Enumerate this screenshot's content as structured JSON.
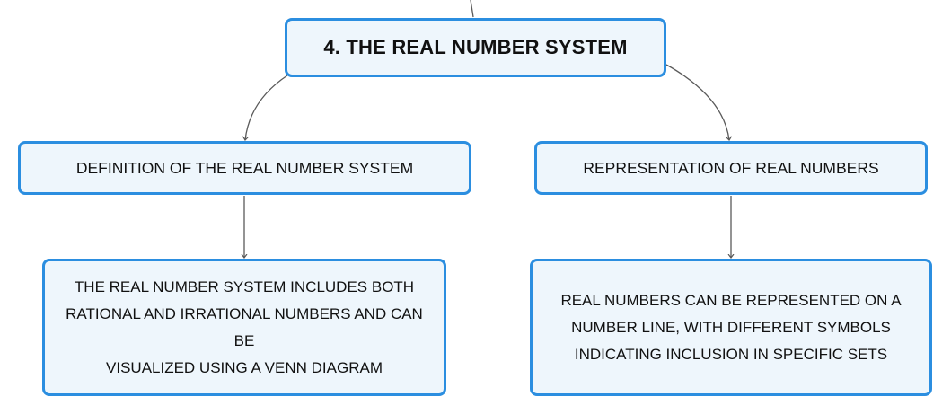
{
  "diagram": {
    "root": {
      "label": "4. THE REAL NUMBER SYSTEM"
    },
    "branches": [
      {
        "label": "DEFINITION OF THE REAL NUMBER SYSTEM",
        "detail": "THE REAL NUMBER SYSTEM INCLUDES BOTH\nRATIONAL AND IRRATIONAL NUMBERS AND CAN BE\nVISUALIZED USING A VENN DIAGRAM"
      },
      {
        "label": "REPRESENTATION OF REAL NUMBERS",
        "detail": "REAL NUMBERS CAN BE REPRESENTED ON A\nNUMBER LINE, WITH DIFFERENT SYMBOLS\nINDICATING INCLUSION IN SPECIFIC SETS"
      }
    ],
    "colors": {
      "node_border": "#2b8ee0",
      "node_fill": "#eef6fc",
      "connector": "#5a5a5a",
      "text": "#111111"
    }
  }
}
